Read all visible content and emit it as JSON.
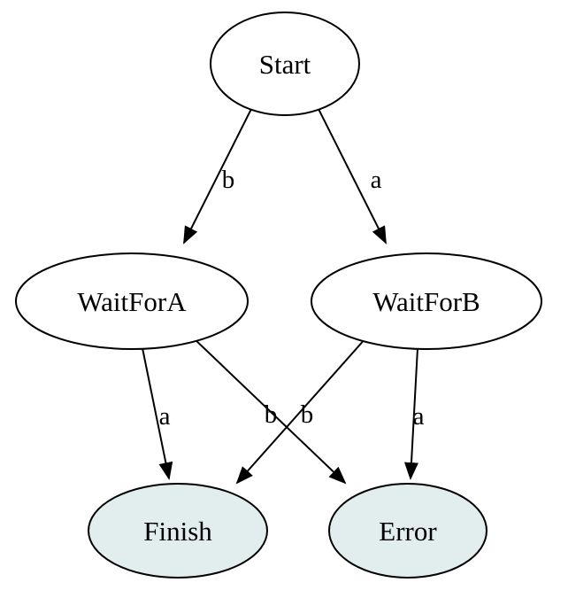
{
  "diagram": {
    "type": "state-machine-graph",
    "colors": {
      "background": "#ffffff",
      "node_fill_default": "#ffffff",
      "node_fill_terminal": "#e2eeee",
      "stroke": "#000000"
    },
    "nodes": {
      "start": {
        "label": "Start",
        "fill": "#ffffff"
      },
      "waitForA": {
        "label": "WaitForA",
        "fill": "#ffffff"
      },
      "waitForB": {
        "label": "WaitForB",
        "fill": "#ffffff"
      },
      "finish": {
        "label": "Finish",
        "fill": "#e2eeee"
      },
      "error": {
        "label": "Error",
        "fill": "#e2eeee"
      }
    },
    "edges": {
      "start_waitForA": {
        "from": "Start",
        "to": "WaitForA",
        "label": "b"
      },
      "start_waitForB": {
        "from": "Start",
        "to": "WaitForB",
        "label": "a"
      },
      "waitForA_finish": {
        "from": "WaitForA",
        "to": "Finish",
        "label": "a"
      },
      "waitForA_error": {
        "from": "WaitForA",
        "to": "Error",
        "label": "b"
      },
      "waitForB_finish": {
        "from": "WaitForB",
        "to": "Finish",
        "label": "b"
      },
      "waitForB_error": {
        "from": "WaitForB",
        "to": "Error",
        "label": "a"
      }
    }
  }
}
